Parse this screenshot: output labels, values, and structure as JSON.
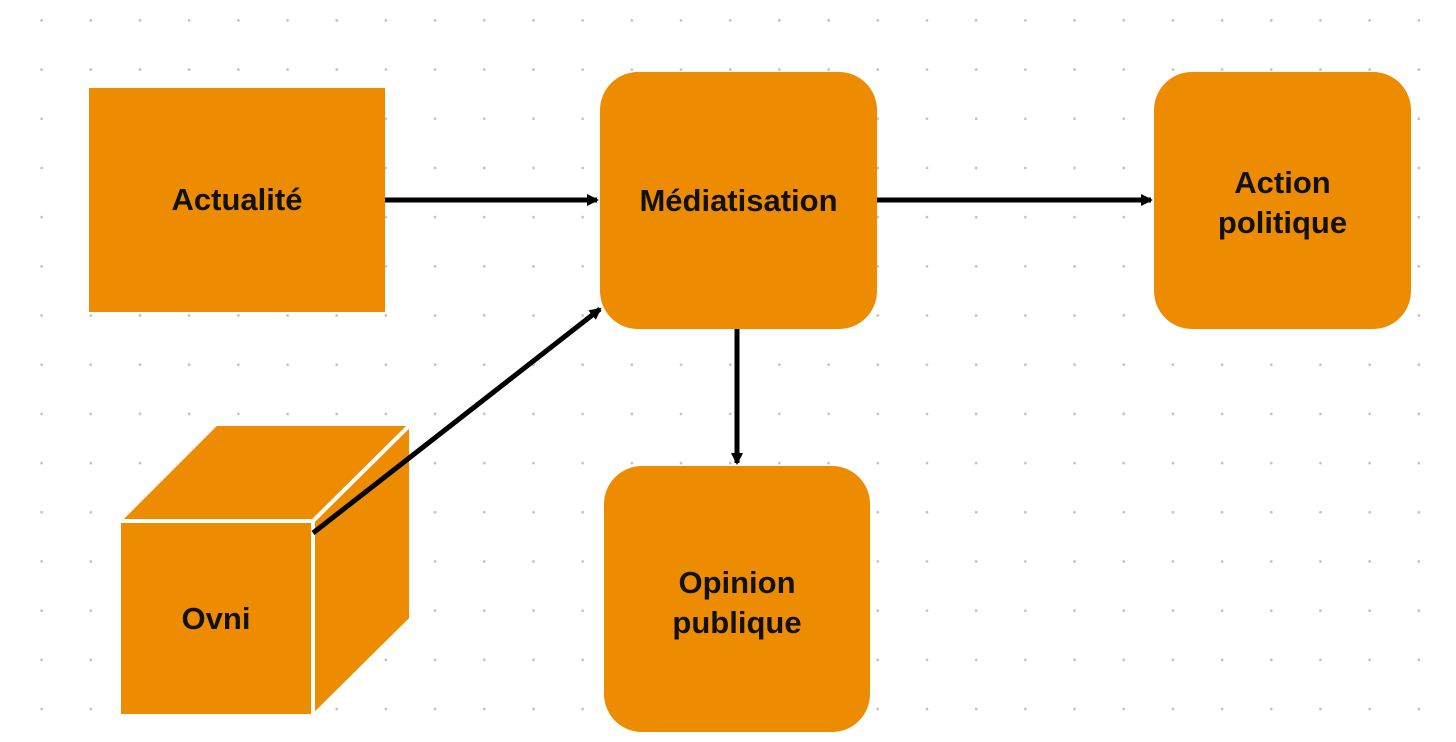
{
  "diagram": {
    "accent_color": "#ed8c00",
    "edge_color": "#000000",
    "nodes": {
      "actualite": {
        "label": "Actualité",
        "shape": "rectangle"
      },
      "mediatisation": {
        "label": "Médiatisation",
        "shape": "rounded-rectangle"
      },
      "action_politique": {
        "label": "Action\npolitique",
        "shape": "rounded-rectangle"
      },
      "opinion_publique": {
        "label": "Opinion\npublique",
        "shape": "rounded-rectangle"
      },
      "ovni": {
        "label": "Ovni",
        "shape": "cube"
      }
    },
    "edges": [
      {
        "from": "actualite",
        "to": "mediatisation"
      },
      {
        "from": "mediatisation",
        "to": "action_politique"
      },
      {
        "from": "mediatisation",
        "to": "opinion_publique"
      },
      {
        "from": "ovni",
        "to": "mediatisation"
      }
    ]
  }
}
